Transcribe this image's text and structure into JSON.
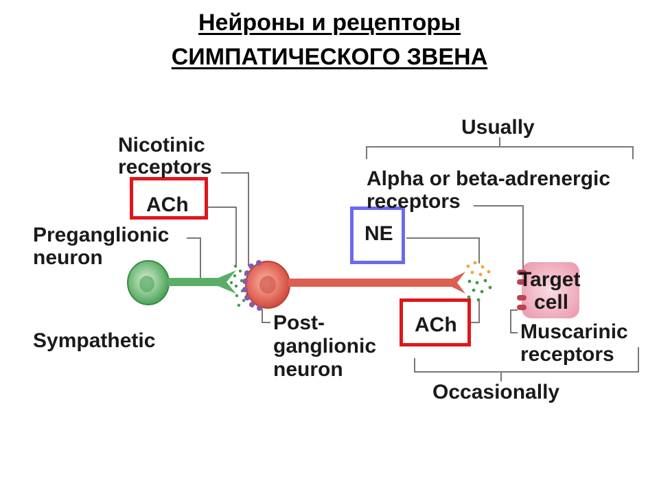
{
  "title": {
    "line1": "Нейроны и рецепторы",
    "line2": "СИМПАТИЧЕСКОГО ЗВЕНА"
  },
  "labels": {
    "nicotinic_1": "Nicotinic",
    "nicotinic_2": "receptors",
    "ach_ganglion": "ACh",
    "pregang_1": "Preganglionic",
    "pregang_2": "neuron",
    "sympathetic": "Sympathetic",
    "postgang_1": "Post-",
    "postgang_2": "ganglionic",
    "postgang_3": "neuron",
    "usually": "Usually",
    "adrenergic_1": "Alpha or beta-adrenergic",
    "adrenergic_2": "receptors",
    "ne": "NE",
    "ach_target": "ACh",
    "target_1": "Target",
    "target_2": "cell",
    "muscarinic_1": "Muscarinic",
    "muscarinic_2": "receptors",
    "occasionally": "Occasionally"
  },
  "colors": {
    "preganglionic": "#3f9a4e",
    "postganglionic": "#d9574a",
    "ach_box": "#e0161b",
    "ne_box": "#6a6aee",
    "target": "#e88fa3",
    "nt_green": "#3f9a4e",
    "nt_orange": "#f2a23a",
    "receptor": "#8a5aa8"
  }
}
